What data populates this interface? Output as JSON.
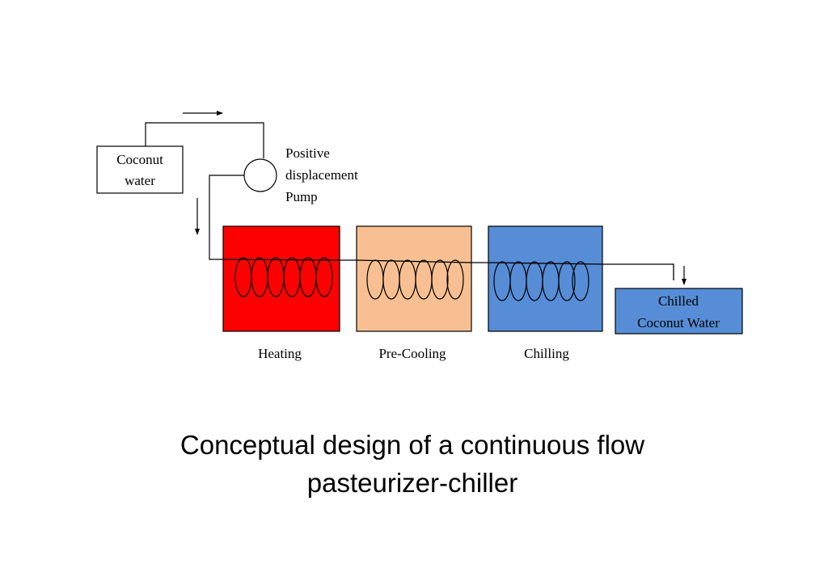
{
  "diagram": {
    "source_box": {
      "line1": "Coconut",
      "line2": "water"
    },
    "pump": {
      "line1": "Positive",
      "line2": "displacement",
      "line3": "Pump"
    },
    "stages": [
      {
        "label": "Heating",
        "color": "#ff0000"
      },
      {
        "label": "Pre-Cooling",
        "color": "#f8c092"
      },
      {
        "label": "Chilling",
        "color": "#568dd6"
      }
    ],
    "output_box": {
      "line1": "Chilled",
      "line2": "Coconut Water",
      "color": "#568dd6"
    }
  },
  "caption": {
    "line1": "Conceptual design of a continuous flow",
    "line2": "pasteurizer-chiller"
  }
}
